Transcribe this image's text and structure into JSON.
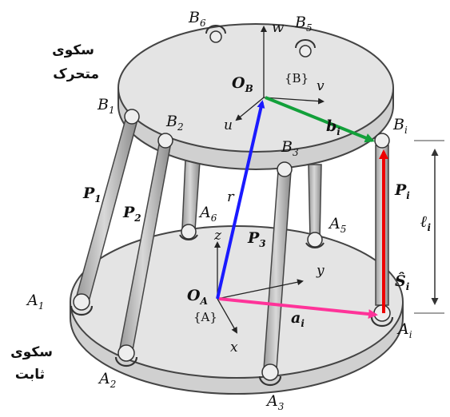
{
  "labels": {
    "moving_platform": [
      "سکوی",
      "متحرک"
    ],
    "fixed_platform": [
      "سکوی",
      "ثابت"
    ],
    "B1": {
      "m": "B",
      "s": "1"
    },
    "B2": {
      "m": "B",
      "s": "2"
    },
    "B3": {
      "m": "B",
      "s": "3"
    },
    "B5": {
      "m": "B",
      "s": "5"
    },
    "B6": {
      "m": "B",
      "s": "6"
    },
    "Bi": {
      "m": "B",
      "s": "i"
    },
    "A1": {
      "m": "A",
      "s": "1"
    },
    "A2": {
      "m": "A",
      "s": "2"
    },
    "A3": {
      "m": "A",
      "s": "3"
    },
    "A5": {
      "m": "A",
      "s": "5"
    },
    "A6": {
      "m": "A",
      "s": "6"
    },
    "Ai": {
      "m": "A",
      "s": "i"
    },
    "P1": {
      "m": "P",
      "s": "1"
    },
    "P2": {
      "m": "P",
      "s": "2"
    },
    "P3": {
      "m": "P",
      "s": "3"
    },
    "Pi": {
      "m": "P",
      "s": "i"
    },
    "OB": {
      "m": "O",
      "s": "B"
    },
    "OA": {
      "m": "O",
      "s": "A"
    },
    "frameB": "{B}",
    "frameA": "{A}",
    "u": "u",
    "v": "v",
    "w": "w",
    "x": "x",
    "y": "y",
    "z": "z",
    "bi": {
      "m": "b",
      "s": "i"
    },
    "ai": {
      "m": "a",
      "s": "i"
    },
    "Si": {
      "m": "Ŝ",
      "s": "i"
    },
    "li": {
      "m": "ℓ",
      "s": "i"
    },
    "r": "r"
  },
  "colors": {
    "platform_fill": "#e4e4e4",
    "platform_edge": "#444444",
    "leg_fill": "#bdbdbd",
    "vec_r": "#1a1aff",
    "vec_b": "#12a03a",
    "vec_a": "#ff3399",
    "vec_s": "#ee0000"
  }
}
